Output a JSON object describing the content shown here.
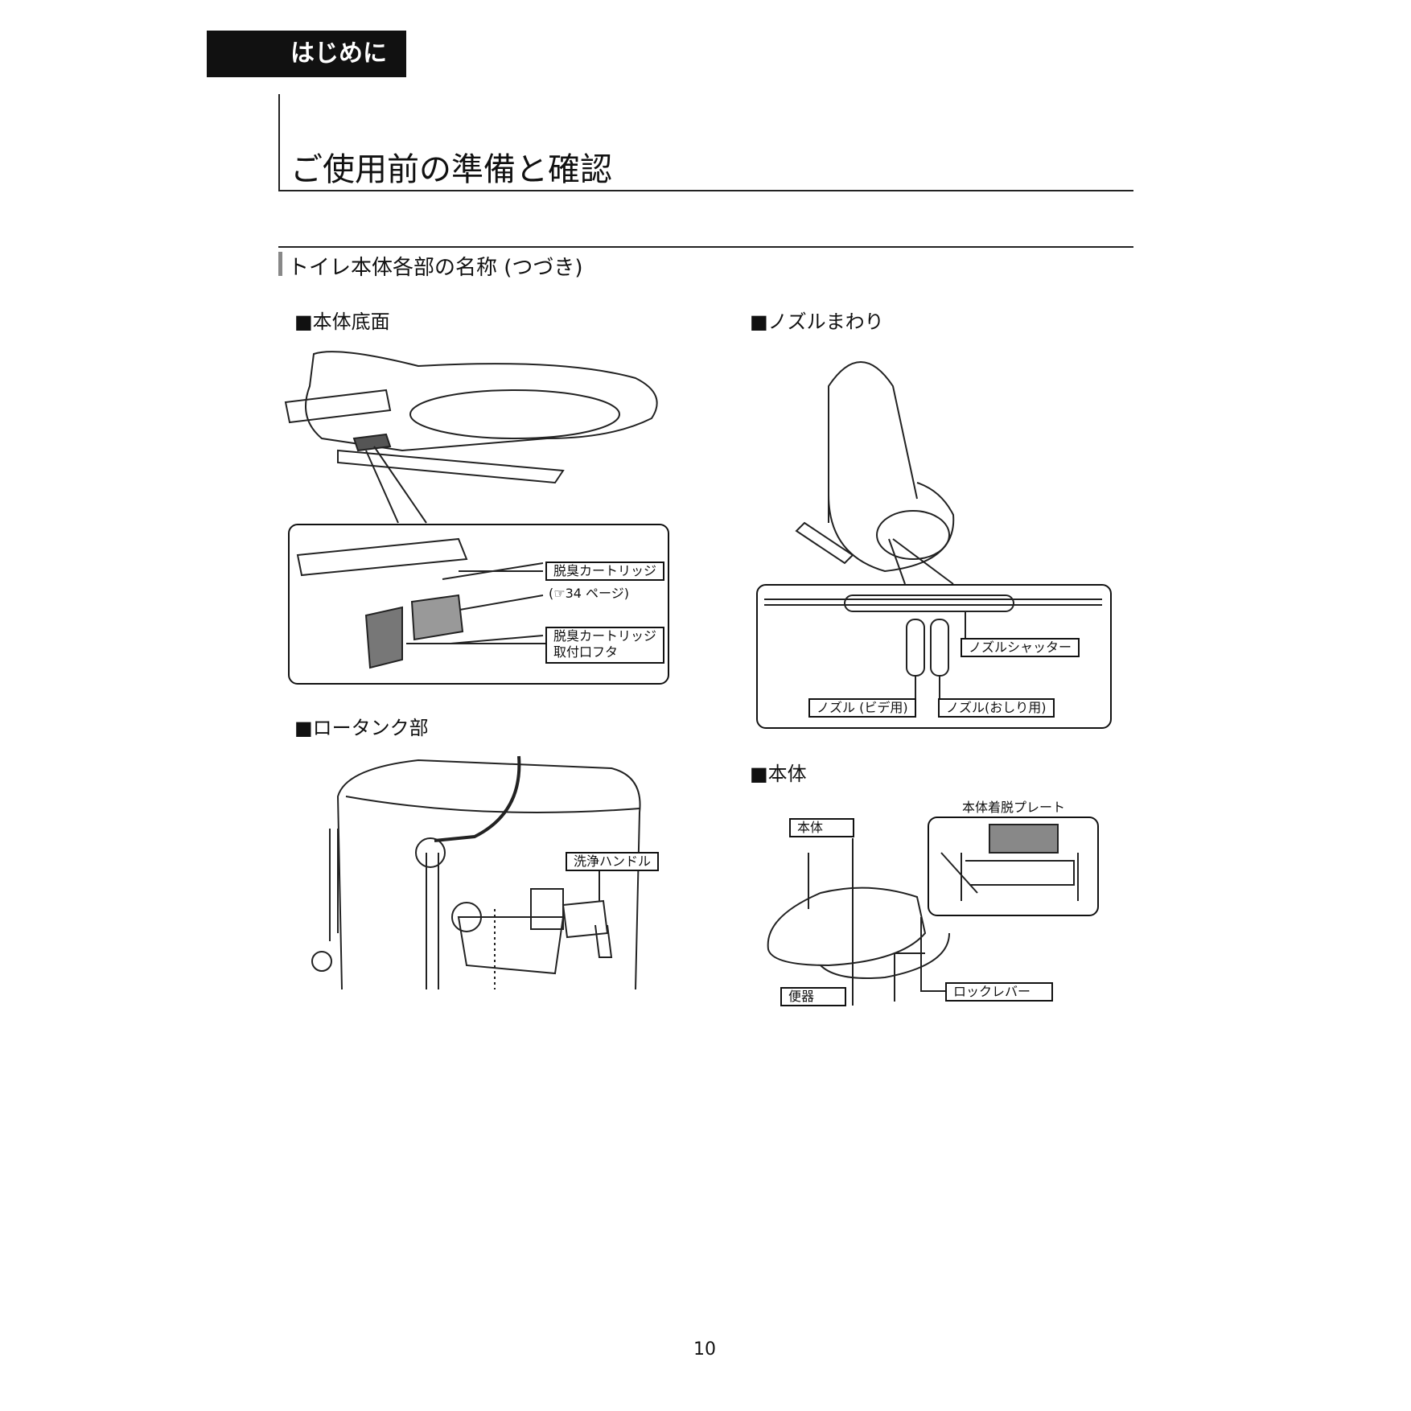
{
  "header": {
    "chapter": "はじめに",
    "title": "ご使用前の準備と確認",
    "section": "トイレ本体各部の名称 (つづき)"
  },
  "panels": {
    "bottom": {
      "heading": "■本体底面",
      "labels": {
        "cartridge": "脱臭カートリッジ",
        "cartridge_ref": "(☞34 ページ)",
        "cover_line1": "脱臭カートリッジ",
        "cover_line2": "取付口フタ"
      }
    },
    "nozzle": {
      "heading": "■ノズルまわり",
      "labels": {
        "shutter": "ノズルシャッター",
        "bidet": "ノズル (ビデ用)",
        "oshiri": "ノズル(おしり用)"
      }
    },
    "tank": {
      "heading": "■ロータンク部",
      "labels": {
        "handle": "洗浄ハンドル"
      }
    },
    "body": {
      "heading": "■本体",
      "labels": {
        "plate": "本体着脱プレート",
        "body": "本体",
        "bowl": "便器",
        "lever": "ロックレバー"
      }
    }
  },
  "footer": {
    "page_number": "10"
  }
}
